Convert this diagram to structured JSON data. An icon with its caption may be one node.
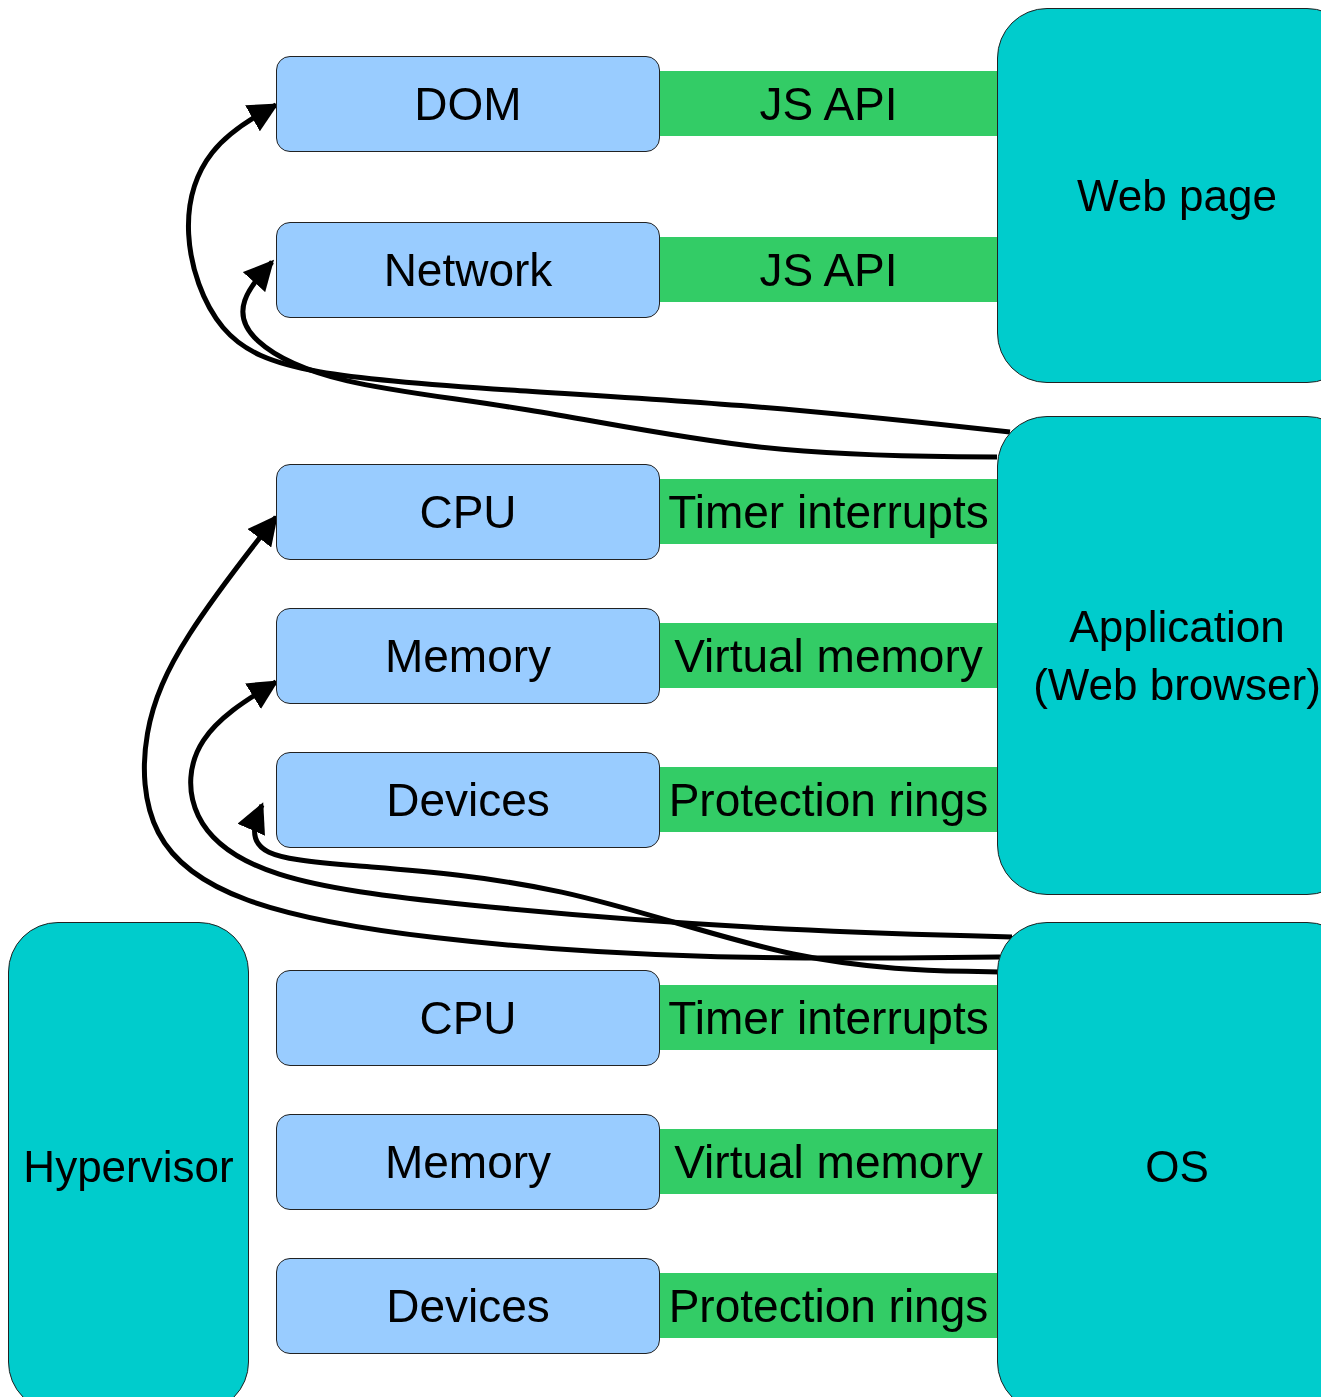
{
  "diagram": {
    "nodes": [
      {
        "text": [
          "Web page"
        ]
      },
      {
        "text": [
          "DOM"
        ]
      },
      {
        "text": [
          "JS API"
        ]
      },
      {
        "text": [
          "Network"
        ]
      },
      {
        "text": [
          "JS API"
        ]
      },
      {
        "text": [
          "Application (Web browser)"
        ]
      },
      {
        "text": [
          "CPU"
        ]
      },
      {
        "text": [
          "Timer interrupts"
        ]
      },
      {
        "text": [
          "Memory"
        ]
      },
      {
        "text": [
          "Virtual memory"
        ]
      },
      {
        "text": [
          "Devices"
        ]
      },
      {
        "text": [
          "Protection rings"
        ]
      },
      {
        "text": [
          "Hypervisor"
        ]
      },
      {
        "text": [
          "OS"
        ]
      },
      {
        "text": [
          "CPU"
        ]
      },
      {
        "text": [
          "Timer interrupts"
        ]
      },
      {
        "text": [
          "Memory"
        ]
      },
      {
        "text": [
          "Virtual memory"
        ]
      },
      {
        "text": [
          "Devices"
        ]
      },
      {
        "text": [
          "Protection rings"
        ]
      }
    ],
    "edges": [
      {
        "from": 5,
        "to": 1,
        "arrow": "to"
      },
      {
        "from": 5,
        "to": 3,
        "arrow": "to"
      },
      {
        "from": 13,
        "to": 6,
        "arrow": "to"
      },
      {
        "from": 13,
        "to": 8,
        "arrow": "to"
      },
      {
        "from": 13,
        "to": 10,
        "arrow": "to"
      }
    ]
  }
}
